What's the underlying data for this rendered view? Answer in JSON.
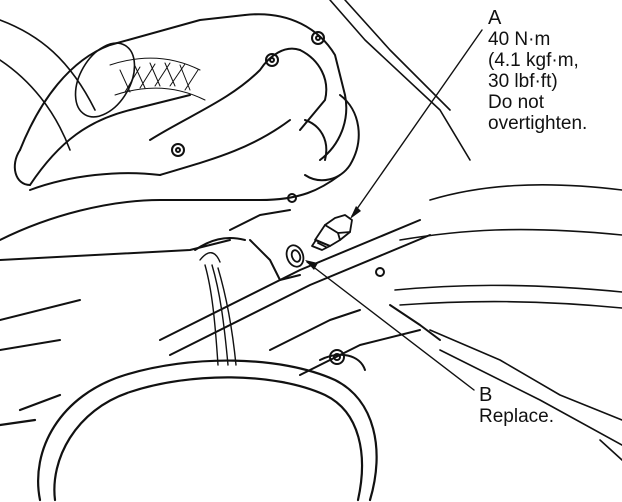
{
  "callouts": {
    "a": {
      "letter": "A",
      "lines": [
        "40 N·m",
        "(4.1 kgf·m,",
        "30 lbf·ft)",
        "Do not",
        "overtighten."
      ]
    },
    "b": {
      "letter": "B",
      "lines": [
        "Replace."
      ]
    }
  },
  "colors": {
    "ink": "#111111",
    "shade": "#e6e6e6",
    "paper": "#ffffff"
  }
}
